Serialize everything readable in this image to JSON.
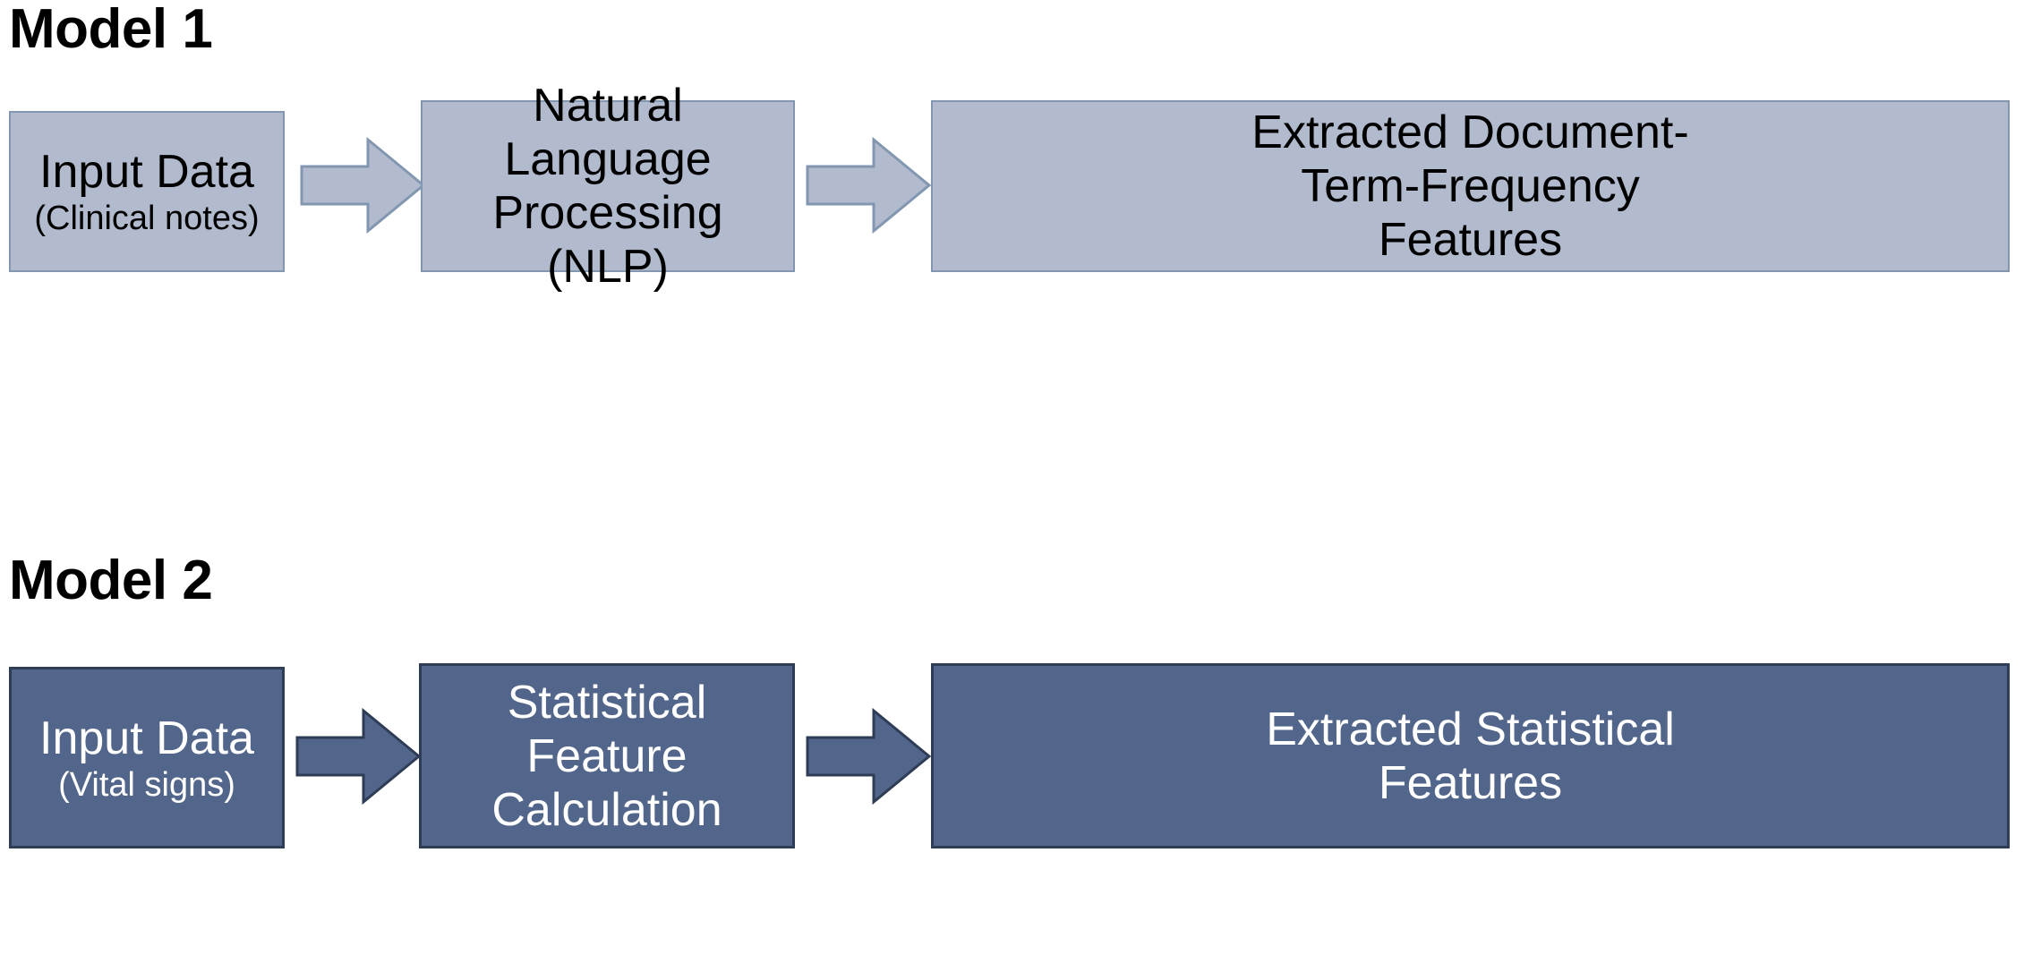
{
  "diagram": {
    "title_model1": "Model 1",
    "title_model2": "Model 2",
    "colors": {
      "light_fill": "#b1bbcd",
      "light_border": "#8296b0",
      "dark_fill": "#52658a",
      "dark_border": "#2e3c55",
      "light_text": "#000000",
      "dark_text": "#ffffff",
      "background": "#ffffff"
    },
    "model1": {
      "label": "Model 1",
      "style": "light",
      "steps": [
        {
          "main": "Input Data",
          "sub": "(Clinical notes)"
        },
        {
          "main": "Natural Language\nProcessing (NLP)",
          "sub": ""
        },
        {
          "main": "Extracted Document-\nTerm-Frequency\nFeatures",
          "sub": ""
        }
      ],
      "connectors": [
        {
          "icon": "right-block-arrow-icon"
        },
        {
          "icon": "right-block-arrow-icon"
        }
      ]
    },
    "model2": {
      "label": "Model 2",
      "style": "dark",
      "steps": [
        {
          "main": "Input Data",
          "sub": "(Vital signs)"
        },
        {
          "main": "Statistical Feature\nCalculation",
          "sub": ""
        },
        {
          "main": "Extracted Statistical\nFeatures",
          "sub": ""
        }
      ],
      "connectors": [
        {
          "icon": "right-block-arrow-icon"
        },
        {
          "icon": "right-block-arrow-icon"
        }
      ]
    }
  }
}
